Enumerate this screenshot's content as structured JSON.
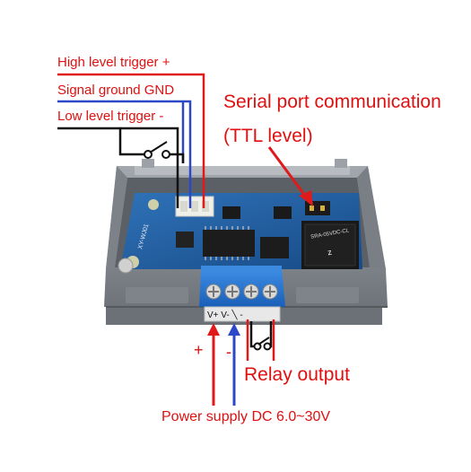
{
  "labels": {
    "high_trigger": "High level trigger +",
    "signal_gnd": "Signal ground GND",
    "low_trigger": "Low level trigger -",
    "serial_comm": "Serial port communication",
    "ttl_level": "(TTL level)",
    "relay_output": "Relay output",
    "power_supply": "Power supply DC 6.0~30V",
    "plus_sign": "+",
    "minus_sign": "-"
  },
  "board": {
    "model": "XY-WJ01",
    "relay_model": "SRA-05VDC-CL",
    "terminal_label": "V+ V- ╲ -"
  },
  "colors": {
    "label_red": "#e01010",
    "wire_red": "#e01a1a",
    "wire_blue": "#2a48c8",
    "wire_black": "#111111",
    "case_gray": "#8a8f95",
    "pcb_blue": "#1f5aa0",
    "terminal_blue": "#1f6fd0"
  }
}
